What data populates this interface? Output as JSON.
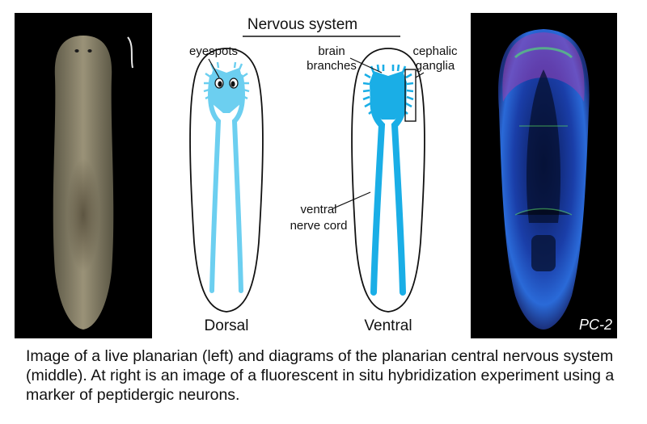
{
  "diagram": {
    "title": "Nervous system",
    "eyespots_label": "eyespots",
    "brain_branches_label_lines": [
      "brain",
      "branches"
    ],
    "cephalic_ganglia_label_lines": [
      "cephalic",
      "ganglia"
    ],
    "ventral_nerve_cord_label_lines": [
      "ventral",
      "nerve cord"
    ],
    "dorsal_label": "Dorsal",
    "ventral_label": "Ventral",
    "colors": {
      "dorsal_nerve": "#6ccff0",
      "ventral_nerve": "#1aaee6"
    }
  },
  "fish_image": {
    "label": "PC-2"
  },
  "caption": "Image of a live planarian (left) and diagrams of the planarian central nervous system (middle).  At right is an image of a fluorescent in situ hybridization experiment using a marker of peptidergic neurons."
}
